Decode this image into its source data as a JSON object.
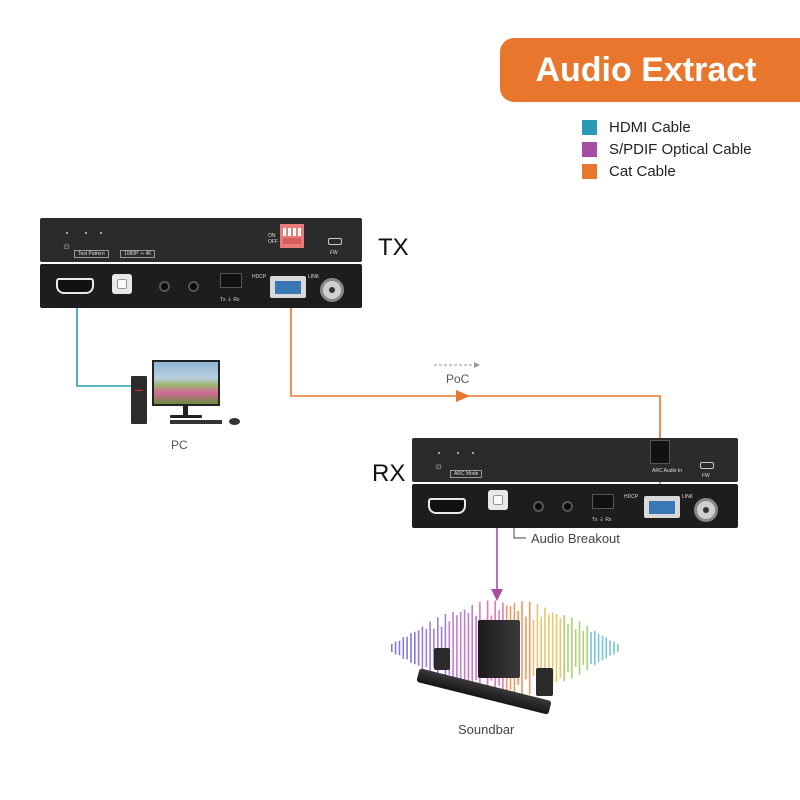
{
  "banner": {
    "title": "Audio Extract",
    "color": "#e8762c"
  },
  "legend": [
    {
      "label": "HDMI Cable",
      "color": "#2a9bb5"
    },
    {
      "label": "S/PDIF Optical Cable",
      "color": "#a54ea3"
    },
    {
      "label": "Cat Cable",
      "color": "#e8762c"
    }
  ],
  "tx": {
    "label": "TX",
    "dip_on": "ON",
    "dip_off": "OFF",
    "led_label_1": "Test Pattern",
    "led_label_2": "1080P ⇒ 4K",
    "fw": "FW",
    "hdcp": "HDCP",
    "link": "LINK",
    "rs232": "Tx  ⏚  Rx"
  },
  "rx": {
    "label": "RX",
    "arc_mode": "ARC Mode",
    "arc_audio_in": "ARC Audio In",
    "fw": "FW",
    "hdcp": "HDCP",
    "link": "LINK",
    "rs232": "Tx  ⏚  Rx"
  },
  "pc": {
    "label": "PC"
  },
  "poc": {
    "label": "PoC"
  },
  "audio_breakout": {
    "label": "Audio Breakout"
  },
  "soundbar": {
    "label": "Soundbar"
  }
}
